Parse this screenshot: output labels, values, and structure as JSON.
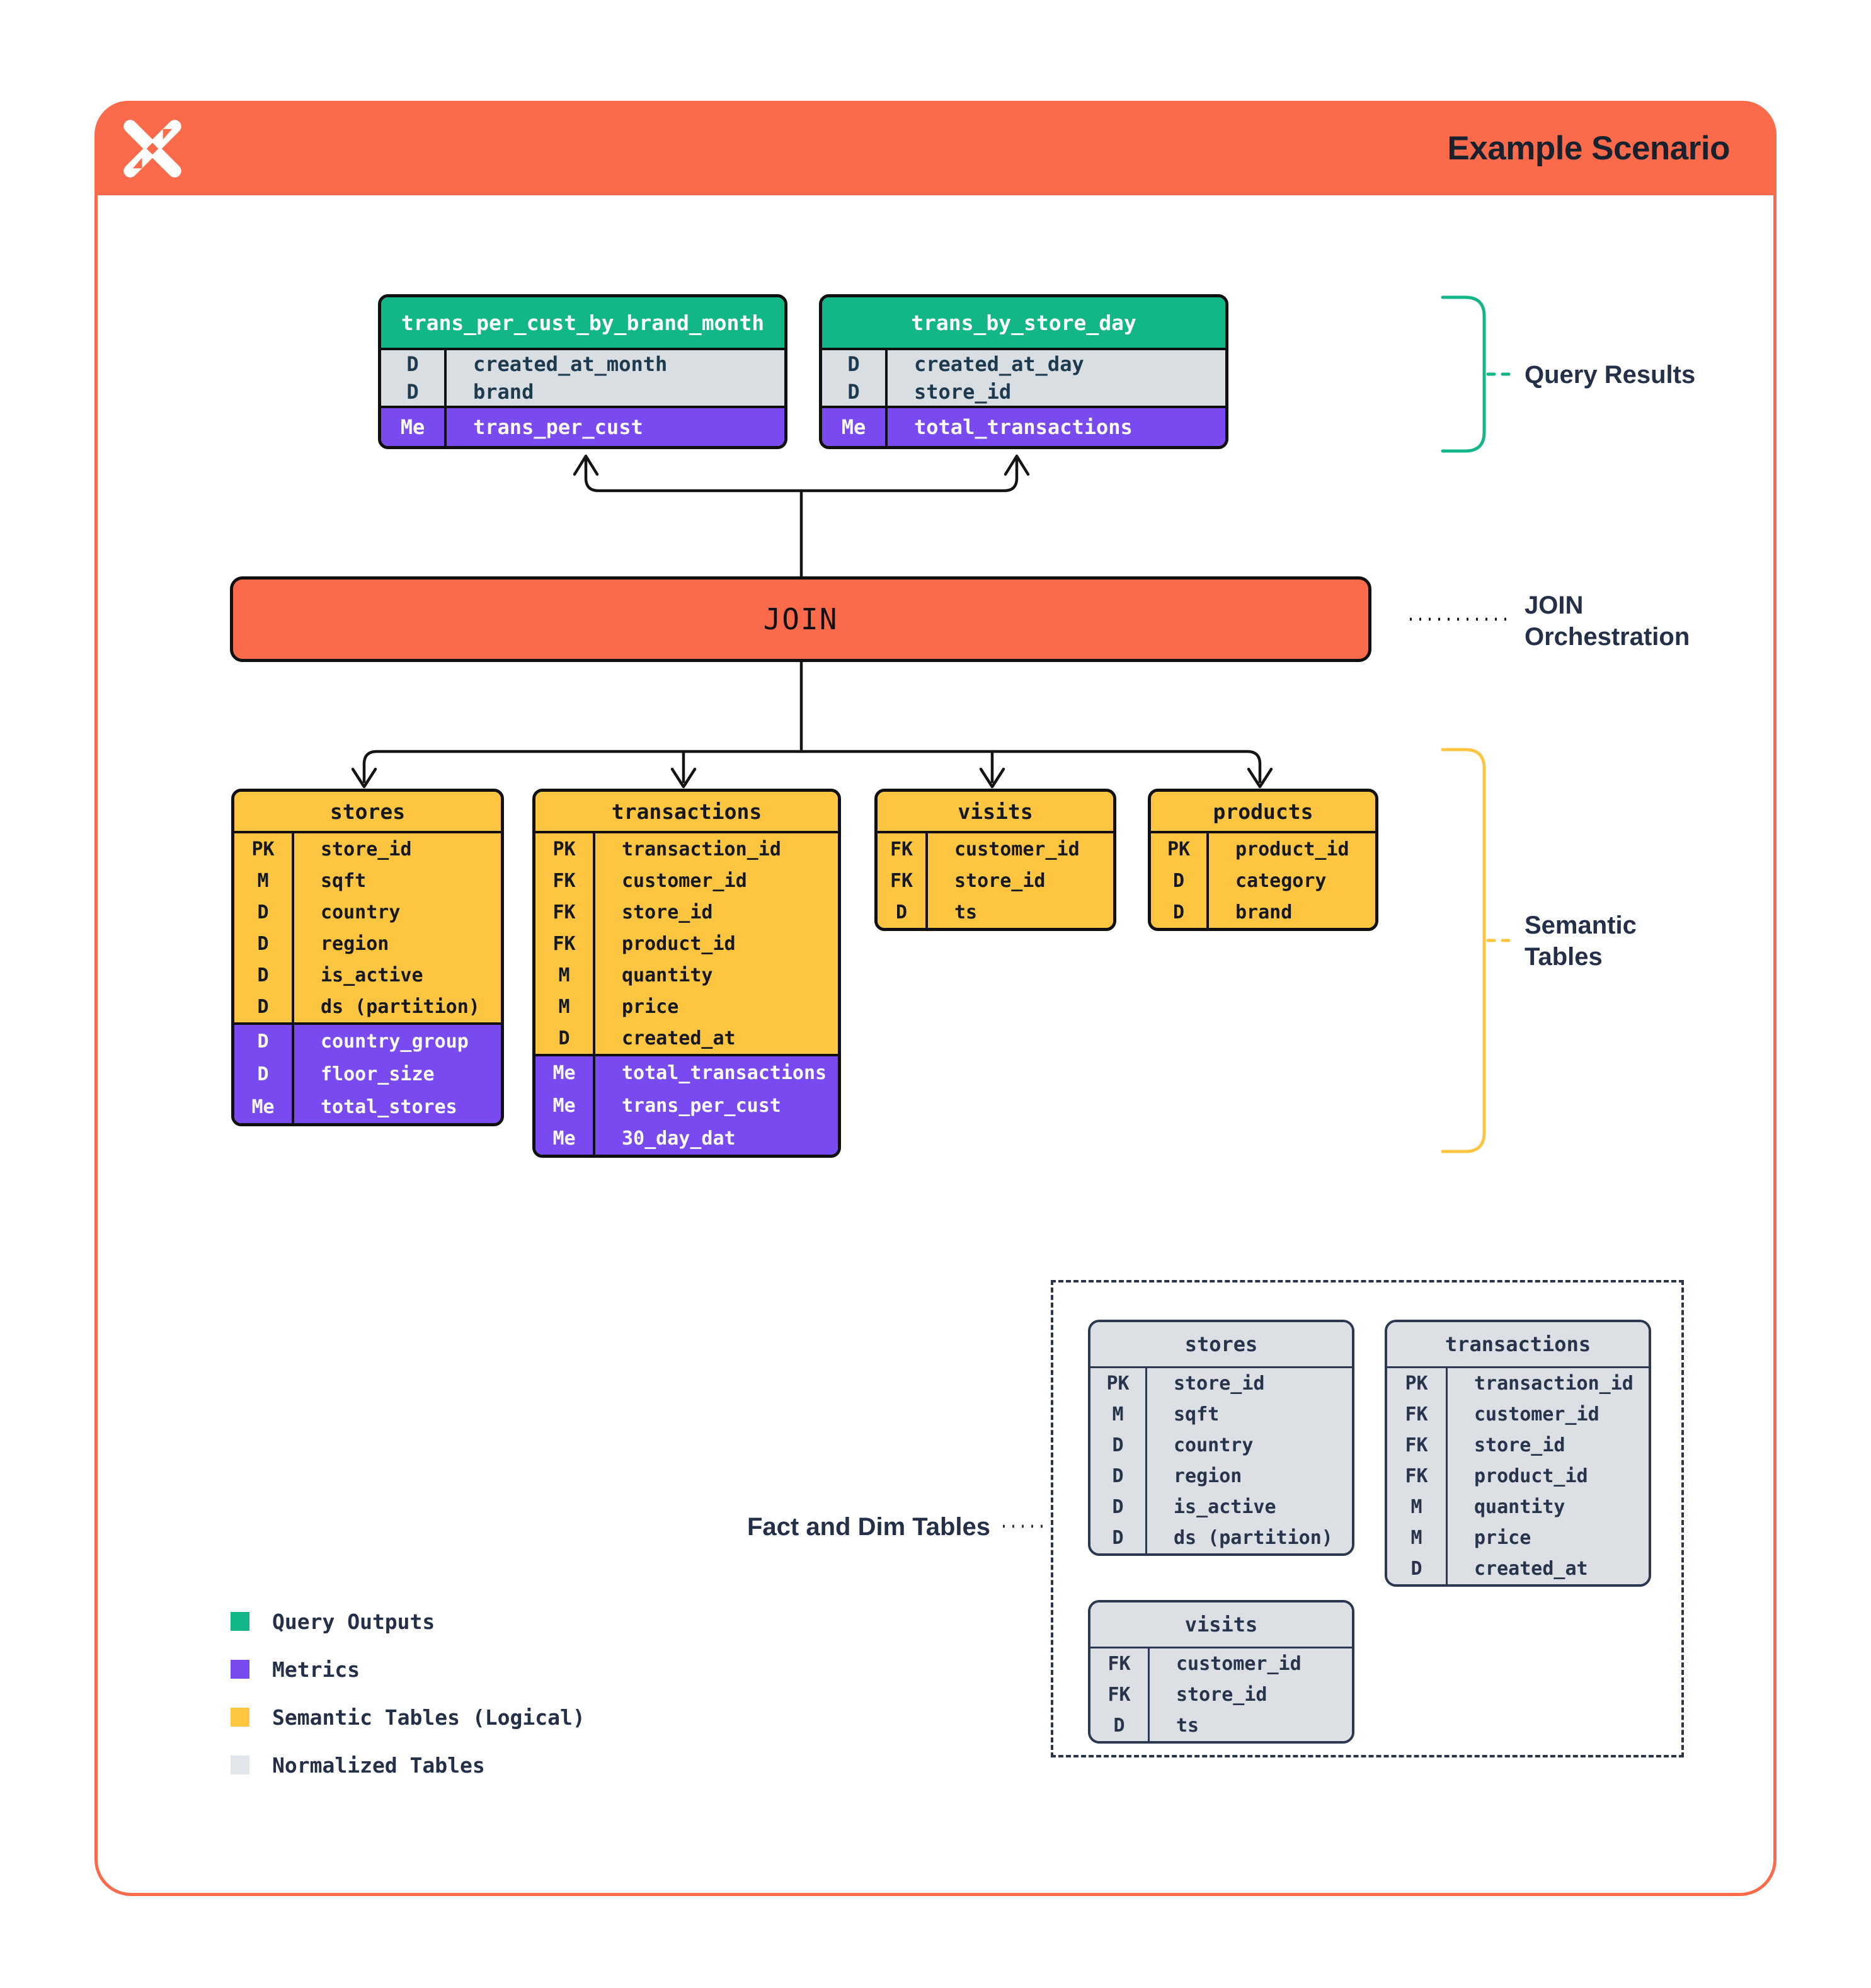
{
  "header": {
    "title": "Example Scenario",
    "logo": "pinwheel-star-logo"
  },
  "join_bar": {
    "label": "JOIN"
  },
  "side_labels": {
    "query_results": "Query Results",
    "join_orchestration": "JOIN Orchestration",
    "semantic_tables": "Semantic Tables",
    "fact_dim": "Fact and Dim Tables"
  },
  "query_result_tables": [
    {
      "title": "trans_per_cust_by_brand_month",
      "attrs": [
        {
          "key": "D",
          "name": "created_at_month"
        },
        {
          "key": "D",
          "name": "brand"
        }
      ],
      "metrics": [
        {
          "key": "Me",
          "name": "trans_per_cust"
        }
      ]
    },
    {
      "title": "trans_by_store_day",
      "attrs": [
        {
          "key": "D",
          "name": "created_at_day"
        },
        {
          "key": "D",
          "name": "store_id"
        }
      ],
      "metrics": [
        {
          "key": "Me",
          "name": "total_transactions"
        }
      ]
    }
  ],
  "semantic_tables": [
    {
      "title": "stores",
      "attrs": [
        {
          "key": "PK",
          "name": "store_id"
        },
        {
          "key": "M",
          "name": "sqft"
        },
        {
          "key": "D",
          "name": "country"
        },
        {
          "key": "D",
          "name": "region"
        },
        {
          "key": "D",
          "name": "is_active"
        },
        {
          "key": "D",
          "name": "ds (partition)"
        }
      ],
      "metrics": [
        {
          "key": "D",
          "name": "country_group"
        },
        {
          "key": "D",
          "name": "floor_size"
        },
        {
          "key": "Me",
          "name": "total_stores"
        }
      ]
    },
    {
      "title": "transactions",
      "attrs": [
        {
          "key": "PK",
          "name": "transaction_id"
        },
        {
          "key": "FK",
          "name": "customer_id"
        },
        {
          "key": "FK",
          "name": "store_id"
        },
        {
          "key": "FK",
          "name": "product_id"
        },
        {
          "key": "M",
          "name": "quantity"
        },
        {
          "key": "M",
          "name": "price"
        },
        {
          "key": "D",
          "name": "created_at"
        }
      ],
      "metrics": [
        {
          "key": "Me",
          "name": "total_transactions"
        },
        {
          "key": "Me",
          "name": "trans_per_cust"
        },
        {
          "key": "Me",
          "name": "30_day_dat"
        }
      ]
    },
    {
      "title": "visits",
      "attrs": [
        {
          "key": "FK",
          "name": "customer_id"
        },
        {
          "key": "FK",
          "name": "store_id"
        },
        {
          "key": "D",
          "name": "ts"
        }
      ],
      "metrics": []
    },
    {
      "title": "products",
      "attrs": [
        {
          "key": "PK",
          "name": "product_id"
        },
        {
          "key": "D",
          "name": "category"
        },
        {
          "key": "D",
          "name": "brand"
        }
      ],
      "metrics": []
    }
  ],
  "normalized_tables": [
    {
      "title": "stores",
      "attrs": [
        {
          "key": "PK",
          "name": "store_id"
        },
        {
          "key": "M",
          "name": "sqft"
        },
        {
          "key": "D",
          "name": "country"
        },
        {
          "key": "D",
          "name": "region"
        },
        {
          "key": "D",
          "name": "is_active"
        },
        {
          "key": "D",
          "name": "ds (partition)"
        }
      ],
      "metrics": []
    },
    {
      "title": "transactions",
      "attrs": [
        {
          "key": "PK",
          "name": "transaction_id"
        },
        {
          "key": "FK",
          "name": "customer_id"
        },
        {
          "key": "FK",
          "name": "store_id"
        },
        {
          "key": "FK",
          "name": "product_id"
        },
        {
          "key": "M",
          "name": "quantity"
        },
        {
          "key": "M",
          "name": "price"
        },
        {
          "key": "D",
          "name": "created_at"
        }
      ],
      "metrics": []
    },
    {
      "title": "visits",
      "attrs": [
        {
          "key": "FK",
          "name": "customer_id"
        },
        {
          "key": "FK",
          "name": "store_id"
        },
        {
          "key": "D",
          "name": "ts"
        }
      ],
      "metrics": []
    }
  ],
  "legend": [
    {
      "label": "Query Outputs",
      "color": "#13B687"
    },
    {
      "label": "Metrics",
      "color": "#784AF0"
    },
    {
      "label": "Semantic Tables (Logical)",
      "color": "#FDC540"
    },
    {
      "label": "Normalized Tables",
      "color": "#E2E5E9"
    }
  ],
  "colors": {
    "orange": "#FA6A4B",
    "green": "#13B687",
    "purple": "#784AF0",
    "yellow": "#FDC540",
    "gray_row": "#D9DEE3",
    "navy_text": "#243048",
    "black_border": "#101010"
  }
}
